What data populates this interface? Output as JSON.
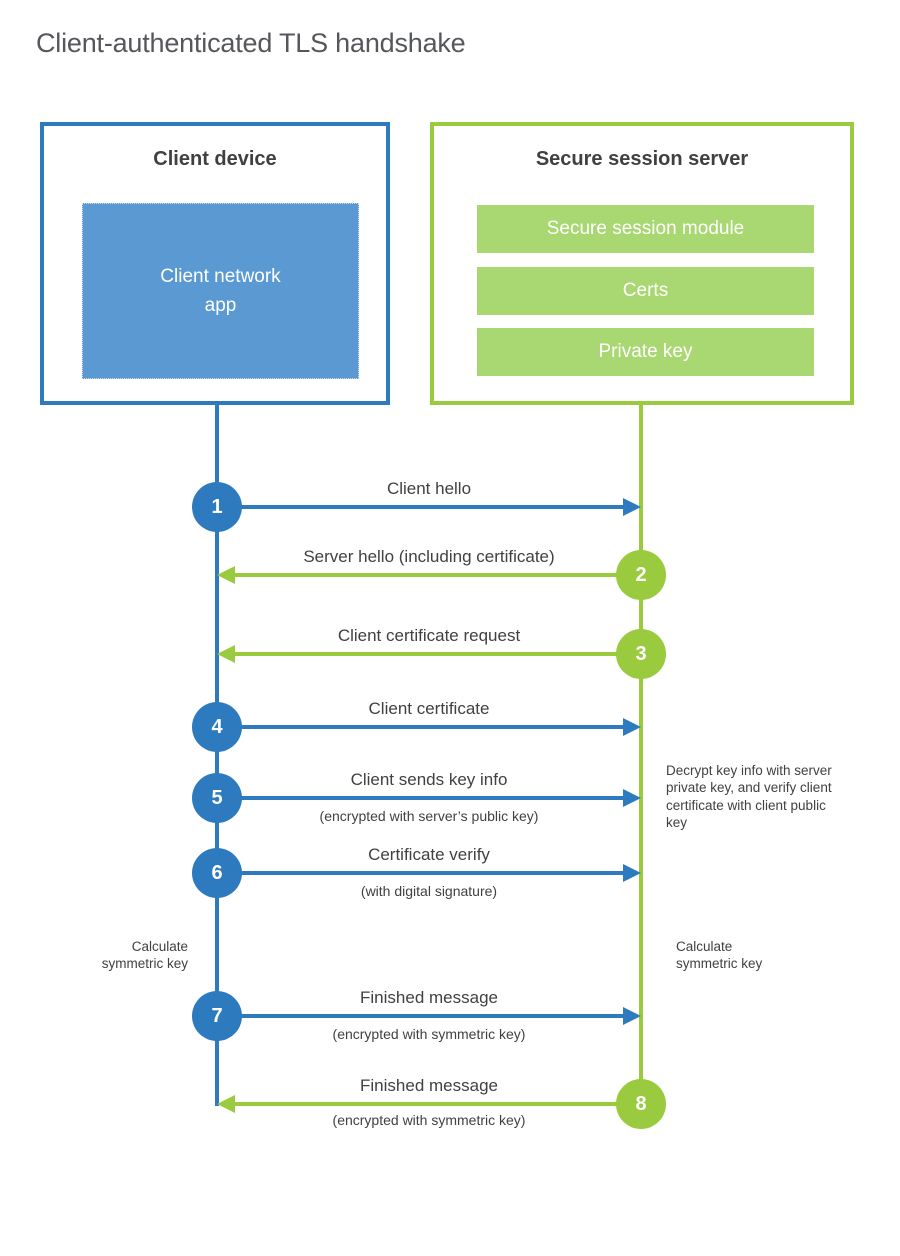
{
  "title": "Client-authenticated TLS handshake",
  "client": {
    "title": "Client device",
    "app": "Client network\napp"
  },
  "server": {
    "title": "Secure session server",
    "modules": [
      "Secure session module",
      "Certs",
      "Private key"
    ]
  },
  "steps": [
    {
      "num": "1",
      "label": "Client hello",
      "sub": "",
      "from": "client",
      "to": "server"
    },
    {
      "num": "2",
      "label": "Server hello (including certificate)",
      "sub": "",
      "from": "server",
      "to": "client"
    },
    {
      "num": "3",
      "label": "Client certificate request",
      "sub": "",
      "from": "server",
      "to": "client"
    },
    {
      "num": "4",
      "label": "Client certificate",
      "sub": "",
      "from": "client",
      "to": "server"
    },
    {
      "num": "5",
      "label": "Client sends key info",
      "sub": "(encrypted with server’s public key)",
      "from": "client",
      "to": "server"
    },
    {
      "num": "6",
      "label": "Certificate verify",
      "sub": "(with digital signature)",
      "from": "client",
      "to": "server"
    },
    {
      "num": "7",
      "label": "Finished message",
      "sub": "(encrypted with symmetric key)",
      "from": "client",
      "to": "server"
    },
    {
      "num": "8",
      "label": "Finished message",
      "sub": "(encrypted with symmetric key)",
      "from": "server",
      "to": "client"
    }
  ],
  "notes": {
    "decrypt": "Decrypt key info with server private key, and verify client certificate with client public key",
    "calculate_left": "Calculate\nsymmetric key",
    "calculate_right": "Calculate\nsymmetric key"
  },
  "colors": {
    "blue": "#2e7abf",
    "blue_light": "#5b99d2",
    "green": "#9aca3e",
    "green_light": "#a9d771"
  }
}
